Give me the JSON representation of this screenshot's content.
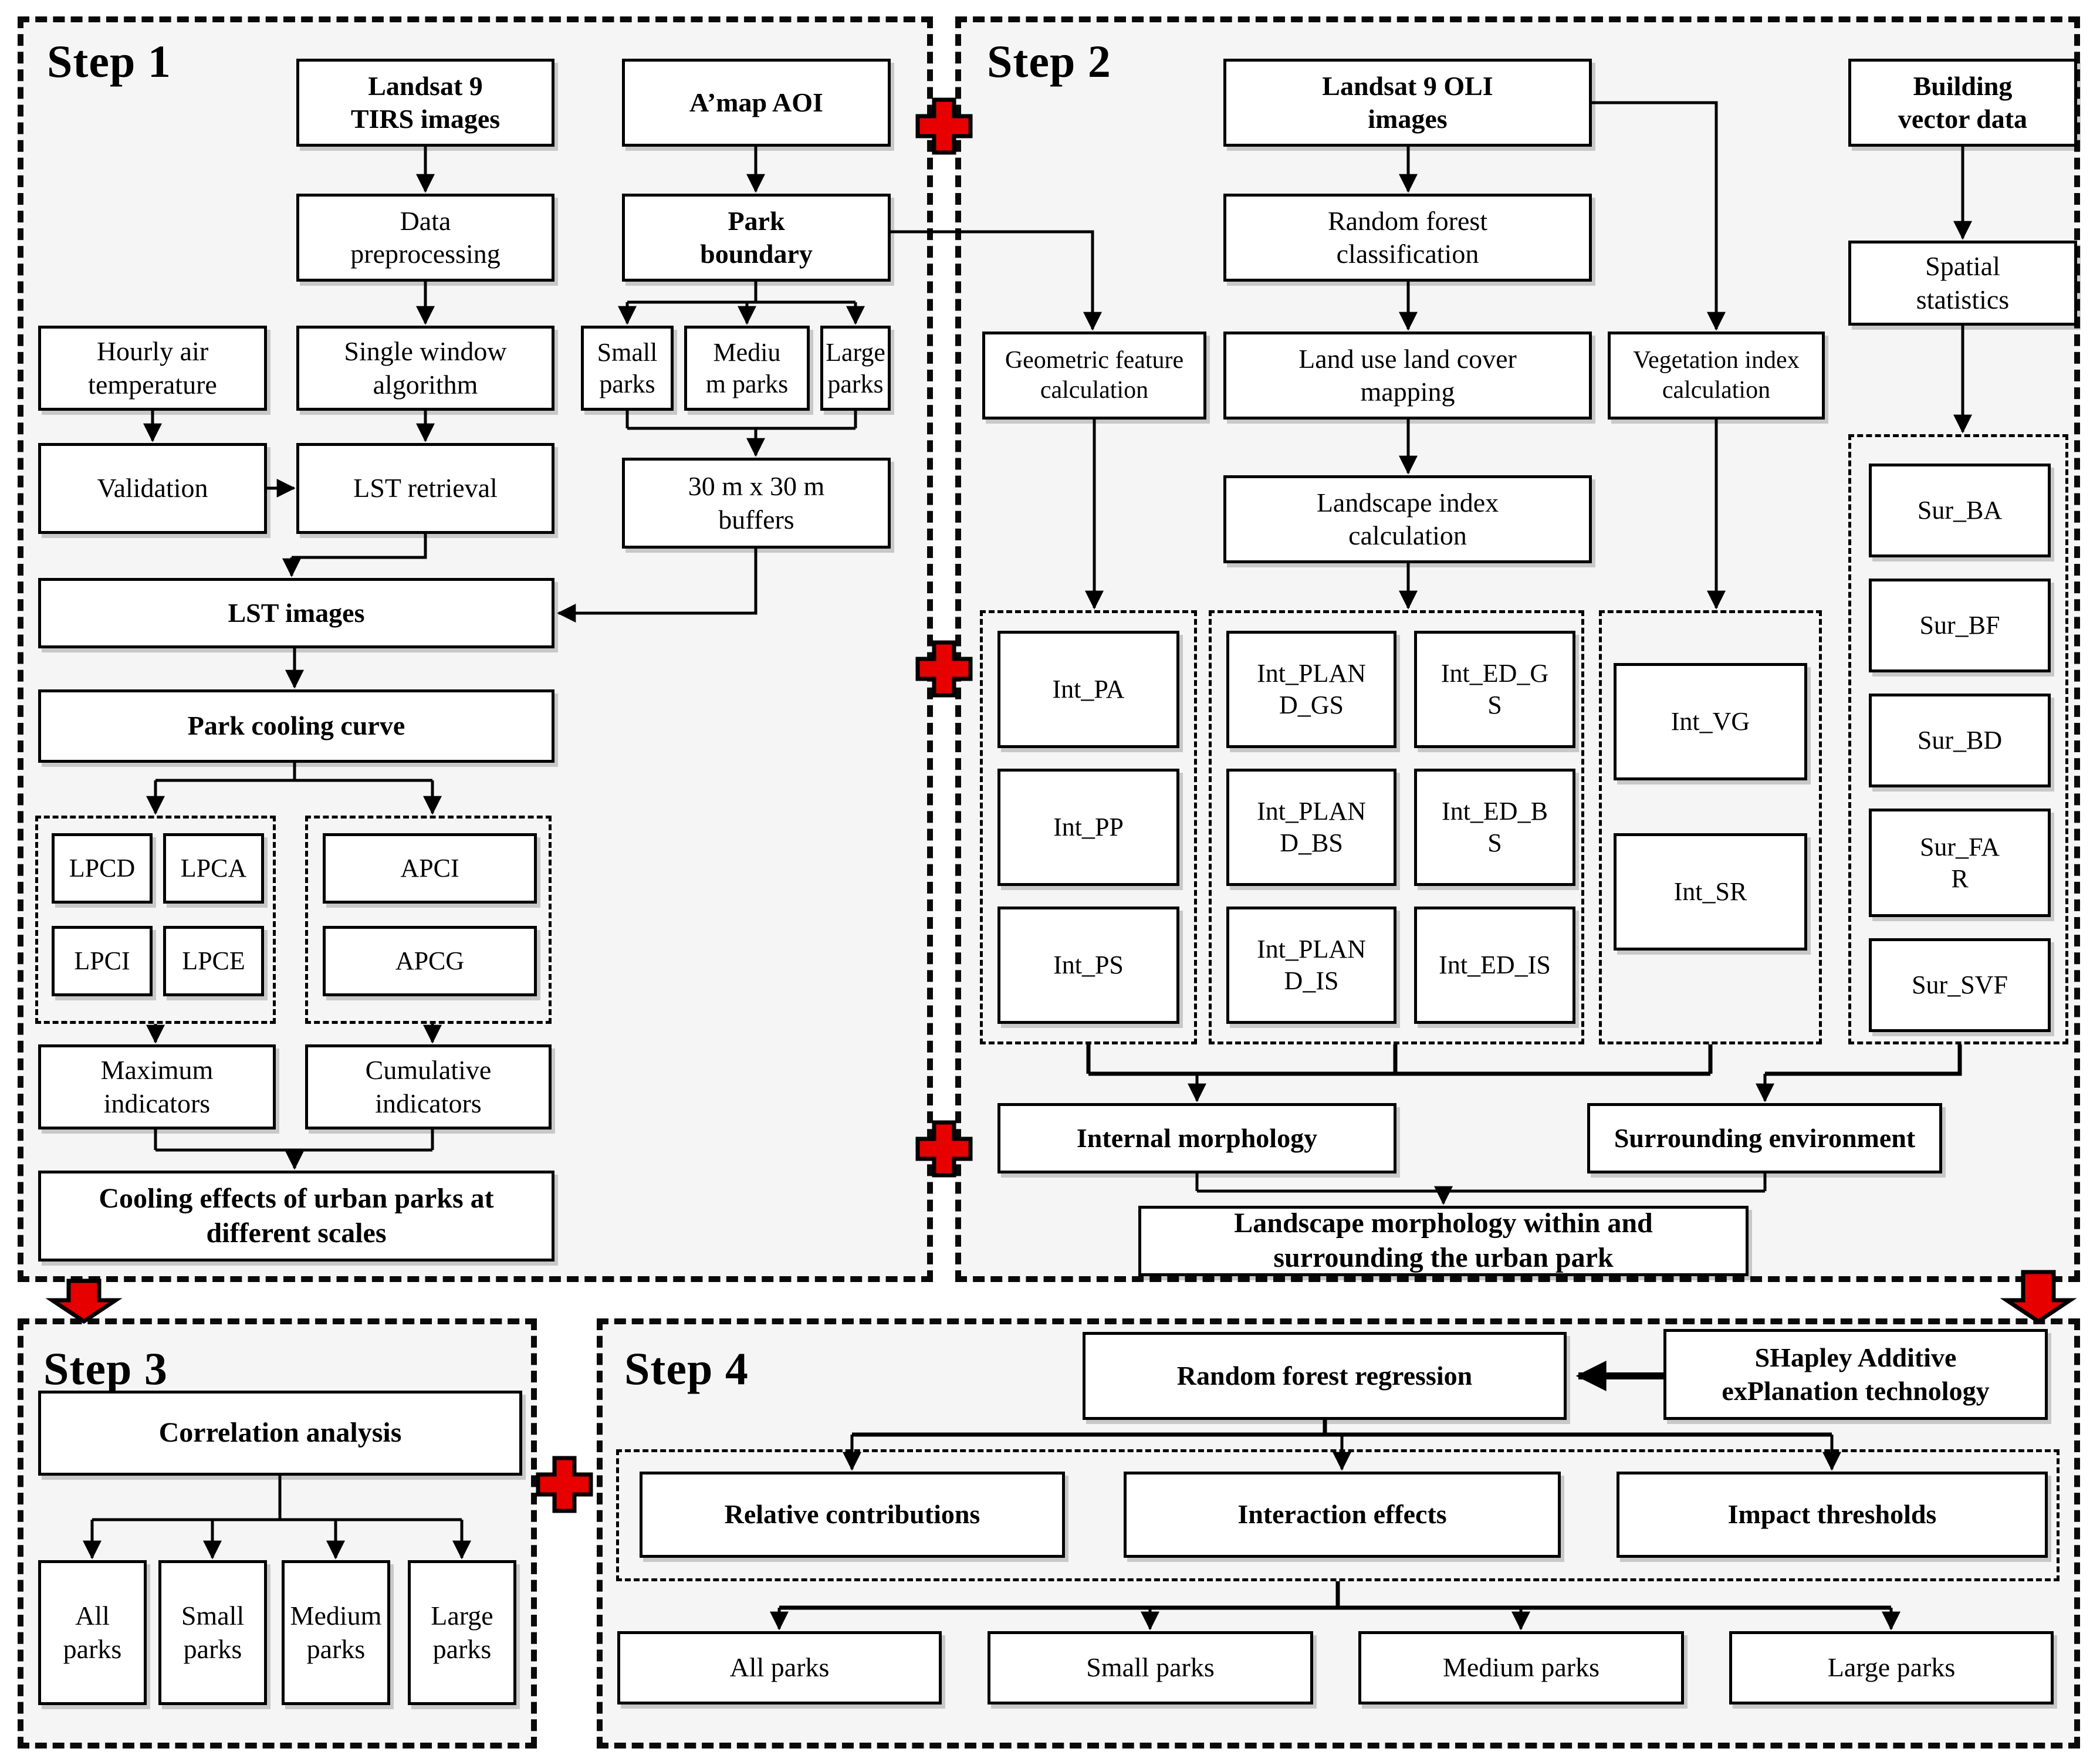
{
  "colors": {
    "accent_red": "#e60000",
    "panel_bg": "#f5f5f5",
    "ink": "#000000"
  },
  "s1": {
    "title": "Step 1",
    "tirs": "Landsat 9\nTIRS images",
    "amap": "A’map AOI",
    "data_preprocessing": "Data\npreprocessing",
    "park_boundary": "Park\nboundary",
    "hourly": "Hourly air\ntemperature",
    "single_window": "Single window\nalgorithm",
    "small_parks": "Small\nparks",
    "medium_parks": "Mediu\nm parks",
    "large_parks": "Large\nparks",
    "validation": "Validation",
    "lst_retrieval": "LST retrieval",
    "buffers": "30 m x 30 m\nbuffers",
    "lst_images": "LST images",
    "cooling_curve": "Park cooling curve",
    "lpcd": "LPCD",
    "lpca": "LPCA",
    "lpci": "LPCI",
    "lpce": "LPCE",
    "apci": "APCI",
    "apcg": "APCG",
    "maximum": "Maximum\nindicators",
    "cumulative": "Cumulative\nindicators",
    "cooling_effects": "Cooling effects of urban parks at\ndifferent scales"
  },
  "s2": {
    "title": "Step 2",
    "oli": "Landsat 9 OLI\nimages",
    "building": "Building\nvector data",
    "rf_classification": "Random forest\nclassification",
    "spatial": "Spatial\nstatistics",
    "geometric": "Geometric feature\ncalculation",
    "lulc": "Land use land cover\nmapping",
    "vegetation": "Vegetation index\ncalculation",
    "landscape_index": "Landscape index\ncalculation",
    "int_pa": "Int_PA",
    "int_pp": "Int_PP",
    "int_ps": "Int_PS",
    "pland_gs": "Int_PLAN\nD_GS",
    "ed_gs": "Int_ED_G\nS",
    "pland_bs": "Int_PLAN\nD_BS",
    "ed_bs": "Int_ED_B\nS",
    "pland_is": "Int_PLAN\nD_IS",
    "ed_is": "Int_ED_IS",
    "int_vg": "Int_VG",
    "int_sr": "Int_SR",
    "sur_ba": "Sur_BA",
    "sur_bf": "Sur_BF",
    "sur_bd": "Sur_BD",
    "sur_far": "Sur_FA\nR",
    "sur_svf": "Sur_SVF",
    "internal": "Internal morphology",
    "surrounding": "Surrounding environment",
    "landscape_morph": "Landscape morphology within and\nsurrounding the urban park"
  },
  "s3": {
    "title": "Step 3",
    "correlation": "Correlation analysis",
    "all_parks": "All\nparks",
    "small_parks": "Small\nparks",
    "medium_parks": "Medium\nparks",
    "large_parks": "Large\nparks"
  },
  "s4": {
    "title": "Step 4",
    "rf_regression": "Random forest regression",
    "shap": "SHapley Additive\nexPlanation technology",
    "relative": "Relative contributions",
    "interaction": "Interaction effects",
    "impact": "Impact thresholds",
    "all_parks": "All parks",
    "small_parks": "Small parks",
    "medium_parks": "Medium parks",
    "large_parks": "Large parks"
  }
}
